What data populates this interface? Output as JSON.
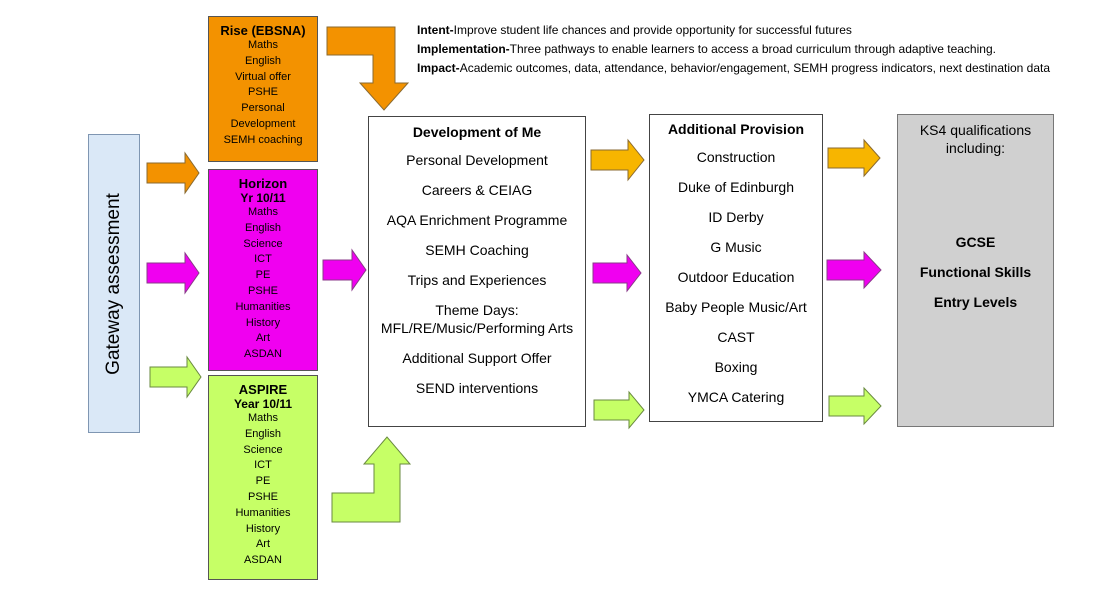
{
  "gateway": {
    "label": "Gateway assessment"
  },
  "rise": {
    "title": "Rise (EBSNA)",
    "items": [
      "Maths",
      "English",
      "Virtual offer",
      "PSHE",
      "Personal",
      "Development",
      "SEMH coaching"
    ]
  },
  "horizon": {
    "title": "Horizon",
    "subtitle": "Yr 10/11",
    "items": [
      "Maths",
      "English",
      "Science",
      "ICT",
      "PE",
      "PSHE",
      "Humanities",
      "History",
      "Art",
      "ASDAN"
    ]
  },
  "aspire": {
    "title": "ASPIRE",
    "subtitle": "Year 10/11",
    "items": [
      "Maths",
      "English",
      "Science",
      "ICT",
      "PE",
      "PSHE",
      "Humanities",
      "History",
      "Art",
      "ASDAN"
    ]
  },
  "development": {
    "title": "Development of Me",
    "items": [
      "Personal Development",
      "Careers & CEIAG",
      "AQA Enrichment Programme",
      "SEMH Coaching",
      "Trips and Experiences"
    ],
    "theme_line1": "Theme Days:",
    "theme_line2": "MFL/RE/Music/Performing Arts",
    "items2": [
      "Additional Support Offer",
      "SEND interventions"
    ]
  },
  "additional": {
    "title": "Additional Provision",
    "items": [
      "Construction",
      "Duke of Edinburgh",
      "ID Derby",
      "G Music",
      "Outdoor Education",
      "Baby People Music/Art",
      "CAST",
      "Boxing",
      "YMCA Catering"
    ]
  },
  "ks4": {
    "heading_line1": "KS4 qualifications",
    "heading_line2": "including:",
    "quals": [
      "GCSE",
      "Functional Skills",
      "Entry Levels"
    ]
  },
  "strategy": {
    "intent_label": "Intent-",
    "intent_text": "Improve student life chances and provide opportunity  for successful futures",
    "implementation_label": "Implementation-",
    "implementation_text": "Three pathways to enable learners to access a broad curriculum through adaptive teaching.",
    "impact_label": "Impact-",
    "impact_text": "Academic outcomes, data, attendance, behavior/engagement, SEMH progress indicators, next destination data"
  },
  "colors": {
    "orange": "#f39200",
    "magenta": "#f000f0",
    "lime": "#c6ff66",
    "gateway": "#dae8f7",
    "ks4": "#d0d0d0"
  }
}
